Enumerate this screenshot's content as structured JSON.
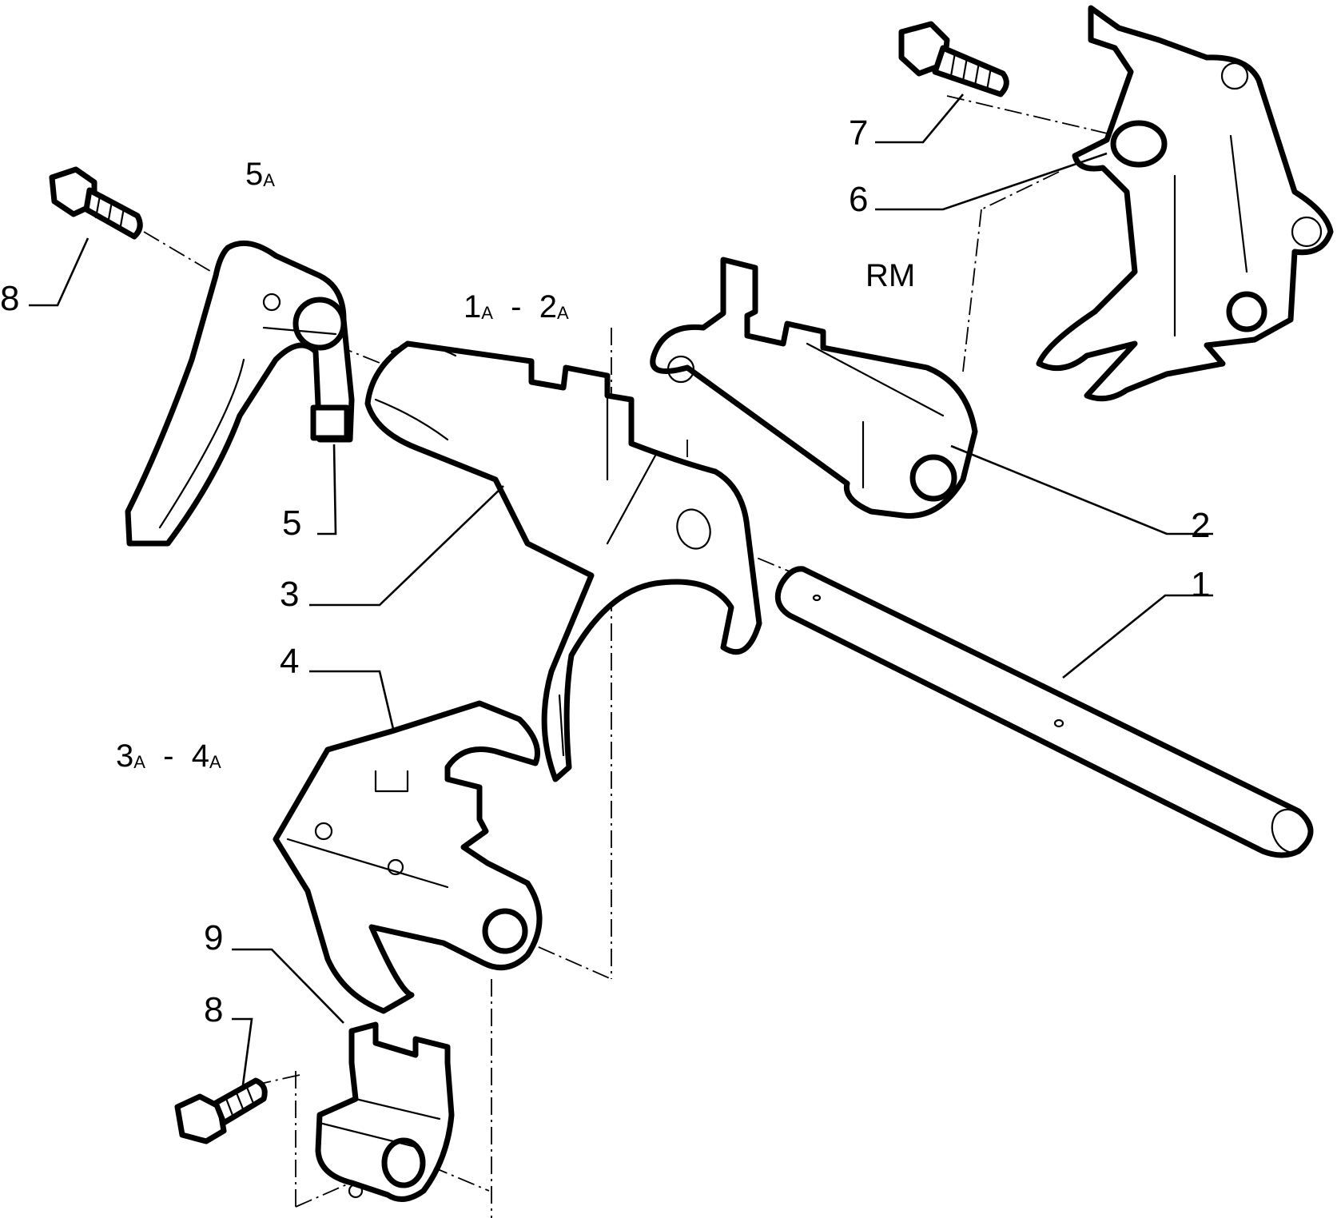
{
  "callouts": {
    "c1": "1",
    "c2": "2",
    "c3": "3",
    "c4": "4",
    "c5": "5",
    "c6": "6",
    "c7": "7",
    "c8_top": "8",
    "c8_bottom": "8",
    "c9": "9"
  },
  "gear_labels": {
    "fifth": {
      "main": "5",
      "sub": "A"
    },
    "first_second": {
      "a": "1",
      "a_sub": "A",
      "sep": "-",
      "b": "2",
      "b_sub": "A"
    },
    "third_fourth": {
      "a": "3",
      "a_sub": "A",
      "sep": "-",
      "b": "4",
      "b_sub": "A"
    },
    "reverse": "RM"
  }
}
